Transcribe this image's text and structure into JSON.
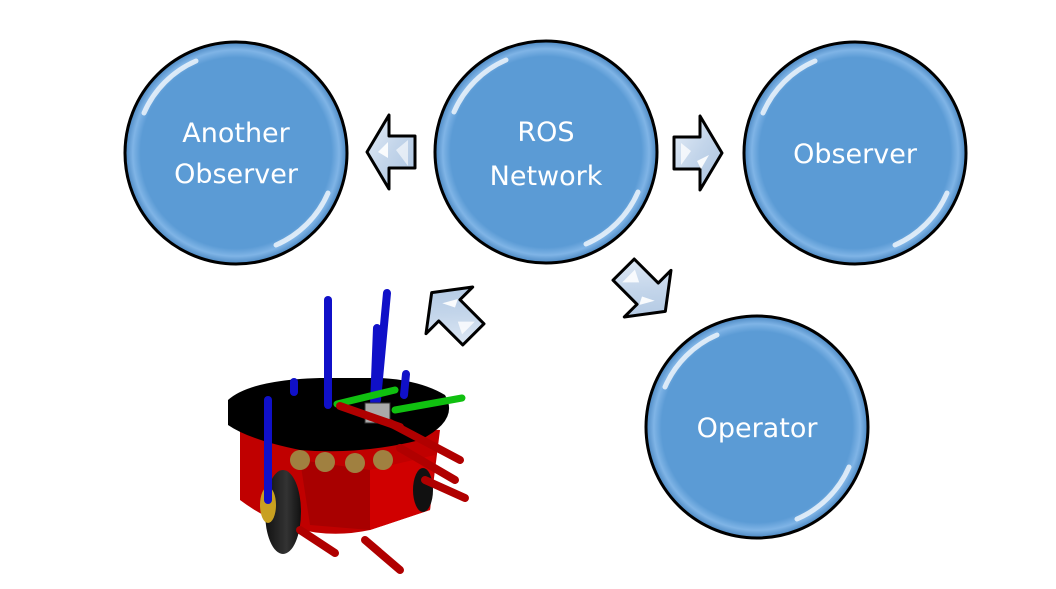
{
  "diagram": {
    "colors": {
      "node_fill": "#5b9bd5",
      "node_stroke": "#000000",
      "node_text": "#ffffff",
      "arrow_fill": "#c5d6ea",
      "arrow_stroke": "#000000",
      "robot_body": "#c00000",
      "robot_top": "#000000",
      "axis_z": "#1010c8",
      "axis_y": "#10c010",
      "axis_x": "#b00000",
      "bumper_dots": "#a08040"
    },
    "nodes": [
      {
        "id": "another-observer",
        "lines": [
          "Another",
          "Observer"
        ]
      },
      {
        "id": "ros-network",
        "lines": [
          "ROS",
          "Network"
        ]
      },
      {
        "id": "observer",
        "lines": [
          "Observer"
        ]
      },
      {
        "id": "operator",
        "lines": [
          "Operator"
        ]
      }
    ],
    "edges": [
      {
        "from": "ros-network",
        "to": "another-observer",
        "icon": "arrow-left-icon"
      },
      {
        "from": "ros-network",
        "to": "observer",
        "icon": "arrow-right-icon"
      },
      {
        "from": "ros-network",
        "to": "robot",
        "icon": "arrow-down-left-icon"
      },
      {
        "from": "ros-network",
        "to": "operator",
        "icon": "arrow-down-right-icon"
      }
    ],
    "robot": {
      "label": "robot-illustration"
    }
  }
}
